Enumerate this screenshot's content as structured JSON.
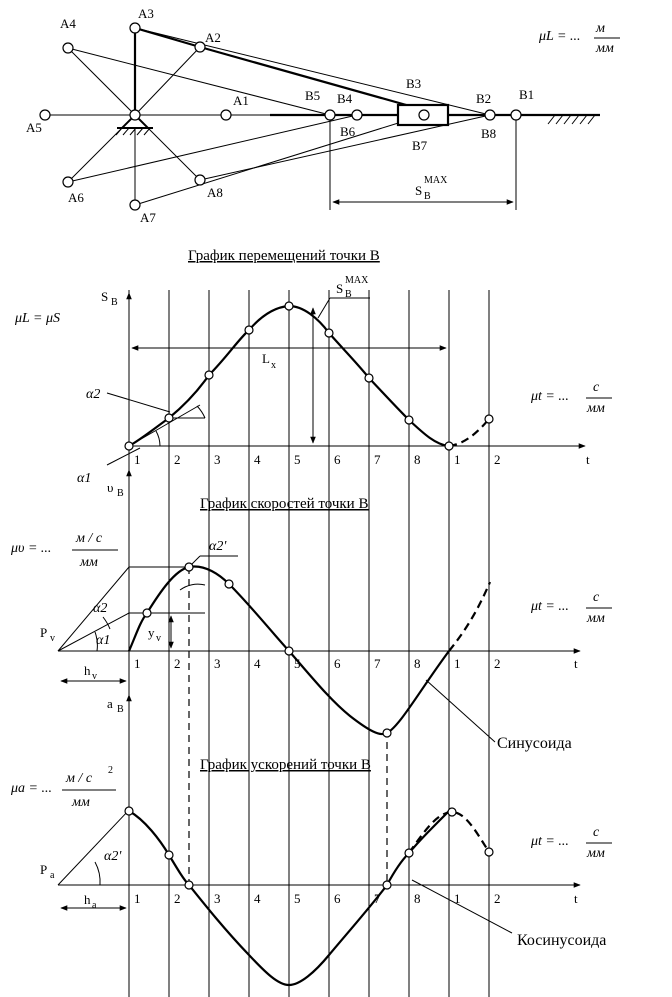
{
  "mechanism": {
    "joint_labels": {
      "A1": "A1",
      "A2": "A2",
      "A3": "A3",
      "A4": "A4",
      "A5": "A5",
      "A6": "A6",
      "A7": "A7",
      "A8": "A8",
      "B1": "B1",
      "B2": "B2",
      "B3": "B3",
      "B4": "B4",
      "B5": "B5",
      "B6": "B6",
      "B7": "B7",
      "B8": "B8"
    },
    "scale_label": "μL = ...",
    "scale_num": "м",
    "scale_den": "мм",
    "stroke_label": "S",
    "stroke_sub": "B",
    "stroke_sup": "MAX"
  },
  "displacement": {
    "title": "График перемещений точки B",
    "scale_label": "μL = μS",
    "axis_y": "S",
    "axis_y_sub": "B",
    "smax": "S",
    "smax_sub": "B",
    "smax_sup": "MAX",
    "lx": "L",
    "lx_sub": "x",
    "alpha1": "α1",
    "alpha2": "α2",
    "t_scale": "μt = ...",
    "t_num": "с",
    "t_den": "мм",
    "t_axis": "t",
    "ticks": [
      "1",
      "2",
      "3",
      "4",
      "5",
      "6",
      "7",
      "8",
      "1",
      "2"
    ]
  },
  "velocity": {
    "title": "График скоростей точки B",
    "axis_y": "υ",
    "axis_y_sub": "B",
    "scale_label": "μυ = ...",
    "scale_num": "м / с",
    "scale_den": "мм",
    "pole": "P",
    "pole_sub": "v",
    "h": "h",
    "h_sub": "v",
    "y": "y",
    "y_sub": "v",
    "alpha1": "α1",
    "alpha2": "α2",
    "alpha2p": "α2'",
    "t_scale": "μt = ...",
    "t_num": "с",
    "t_den": "мм",
    "t_axis": "t",
    "curve_name": "Синусоида",
    "ticks": [
      "1",
      "2",
      "3",
      "4",
      "5",
      "6",
      "7",
      "8",
      "1",
      "2"
    ]
  },
  "acceleration": {
    "title": "График ускорений точки B",
    "axis_y": "a",
    "axis_y_sub": "B",
    "scale_label": "μa = ...",
    "scale_num": "м / с",
    "scale_sup": "2",
    "scale_den": "мм",
    "pole": "P",
    "pole_sub": "a",
    "h": "h",
    "h_sub": "a",
    "alpha2p": "α2'",
    "t_scale": "μt = ...",
    "t_num": "с",
    "t_den": "мм",
    "t_axis": "t",
    "curve_name": "Косинусоида",
    "ticks": [
      "1",
      "2",
      "3",
      "4",
      "5",
      "6",
      "7",
      "8",
      "1",
      "2"
    ]
  }
}
